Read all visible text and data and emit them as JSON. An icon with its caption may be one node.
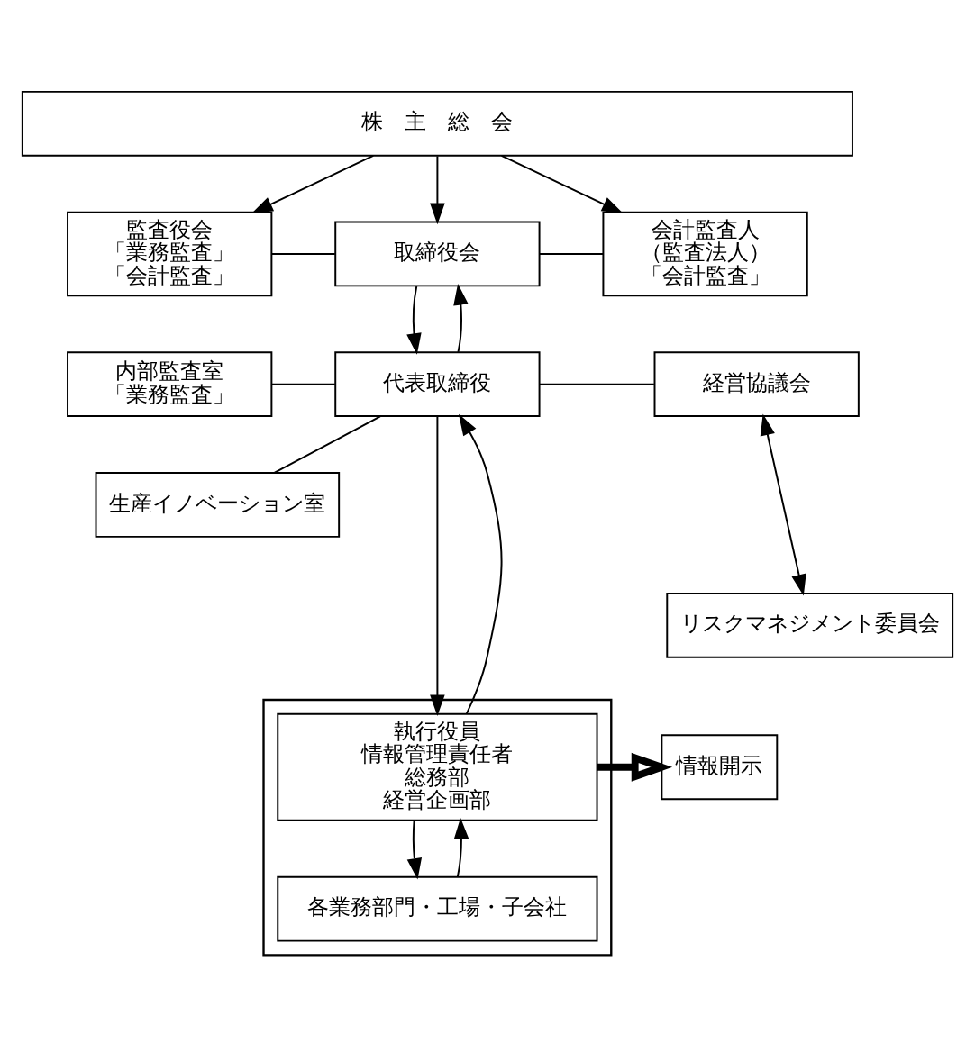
{
  "diagram": {
    "nodes": [
      {
        "text": [
          "株　主　総　会"
        ]
      },
      {
        "text": [
          "監査役会",
          "「業務監査」",
          "「会計監査」"
        ]
      },
      {
        "text": [
          "取締役会"
        ]
      },
      {
        "text": [
          "会計監査人",
          "（監査法人）",
          "「会計監査」"
        ]
      },
      {
        "text": [
          "内部監査室",
          "「業務監査」"
        ]
      },
      {
        "text": [
          "代表取締役"
        ]
      },
      {
        "text": [
          "経営協議会"
        ]
      },
      {
        "text": [
          "生産イノベーション室"
        ]
      },
      {
        "text": [],
        "shape": "box"
      },
      {
        "text": [
          "リスクマネジメント委員会"
        ]
      },
      {
        "text": [
          "執行役員",
          "情報管理責任者",
          "総務部",
          "経営企画部"
        ],
        "in": 8
      },
      {
        "text": [
          "情報開示"
        ]
      },
      {
        "text": [
          "各業務部門・工場・子会社"
        ],
        "in": 8
      }
    ],
    "edges": [
      {
        "from": 0,
        "to": 1,
        "arrow": "to"
      },
      {
        "from": 0,
        "to": 2,
        "arrow": "to"
      },
      {
        "from": 0,
        "to": 3,
        "arrow": "to"
      },
      {
        "from": 1,
        "to": 2,
        "arrow": "none"
      },
      {
        "from": 2,
        "to": 3,
        "arrow": "none"
      },
      {
        "from": 5,
        "to": 2,
        "arrow": "to"
      },
      {
        "from": 2,
        "to": 5,
        "arrow": "to"
      },
      {
        "from": 4,
        "to": 5,
        "arrow": "none"
      },
      {
        "from": 5,
        "to": 6,
        "arrow": "none"
      },
      {
        "from": 5,
        "to": 7,
        "arrow": "none"
      },
      {
        "from": 6,
        "to": 9,
        "arrow": "both"
      },
      {
        "from": 10,
        "to": 5,
        "arrow": "to"
      },
      {
        "from": 5,
        "to": 10,
        "arrow": "to"
      },
      {
        "from": 10,
        "to": 11,
        "arrow": "to",
        "style": "thick"
      },
      {
        "from": 12,
        "to": 10,
        "arrow": "to"
      },
      {
        "from": 10,
        "to": 12,
        "arrow": "to"
      }
    ]
  }
}
